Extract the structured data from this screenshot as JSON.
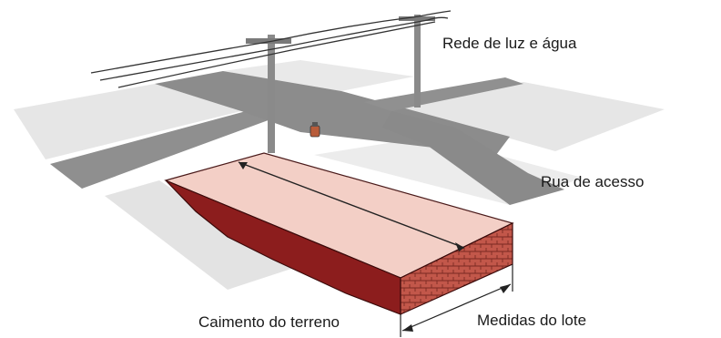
{
  "labels": {
    "power_water": "Rede de luz e água",
    "access_street": "Rua de acesso",
    "terrain_slope": "Caimento do terreno",
    "lot_measurements": "Medidas do lote"
  },
  "colors": {
    "road": "#8c8c8c",
    "sidewalk": "#e8e8e8",
    "lot_top": "#f3cfc6",
    "lot_side": "#8c1d1d",
    "brick": "#b24a3e",
    "pole": "#8a8a8a",
    "line": "#333333"
  },
  "icons": [
    "utility-pole-icon",
    "lamp-icon"
  ]
}
